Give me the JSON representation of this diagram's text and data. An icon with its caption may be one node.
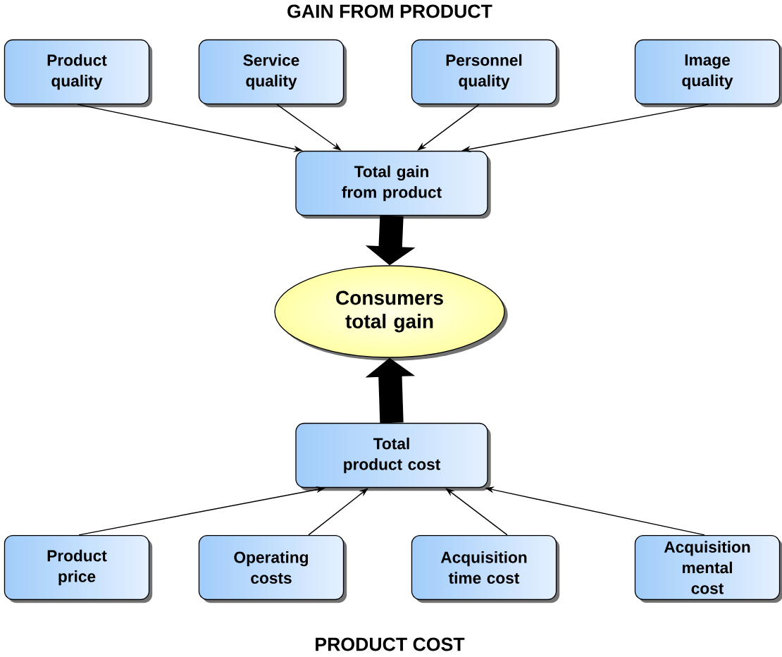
{
  "diagram": {
    "title": "GAIN FROM PRODUCT",
    "caption": "PRODUCT COST",
    "nodes": [
      {
        "text": [
          "Product quality"
        ]
      },
      {
        "text": [
          "Service quality"
        ]
      },
      {
        "text": [
          "Personnel quality"
        ]
      },
      {
        "text": [
          "Image quality"
        ]
      },
      {
        "text": [
          "Total gain from product"
        ]
      },
      {
        "text": [
          "Consumers total gain"
        ]
      },
      {
        "text": [
          "Total product cost"
        ]
      },
      {
        "text": [
          "Product price"
        ]
      },
      {
        "text": [
          "Operating costs"
        ]
      },
      {
        "text": [
          "Acquisition time cost"
        ]
      },
      {
        "text": [
          "Acquisition mental cost"
        ]
      }
    ],
    "edges": [
      {
        "from": 0,
        "to": 4,
        "arrow": "to"
      },
      {
        "from": 1,
        "to": 4,
        "arrow": "to"
      },
      {
        "from": 2,
        "to": 4,
        "arrow": "to"
      },
      {
        "from": 3,
        "to": 4,
        "arrow": "to"
      },
      {
        "from": 4,
        "to": 5,
        "arrow": "to",
        "style": "thick"
      },
      {
        "from": 6,
        "to": 5,
        "arrow": "to",
        "style": "thick"
      },
      {
        "from": 7,
        "to": 6,
        "arrow": "to"
      },
      {
        "from": 8,
        "to": 6,
        "arrow": "to"
      },
      {
        "from": 9,
        "to": 6,
        "arrow": "to"
      },
      {
        "from": 10,
        "to": 6,
        "arrow": "to"
      }
    ]
  }
}
